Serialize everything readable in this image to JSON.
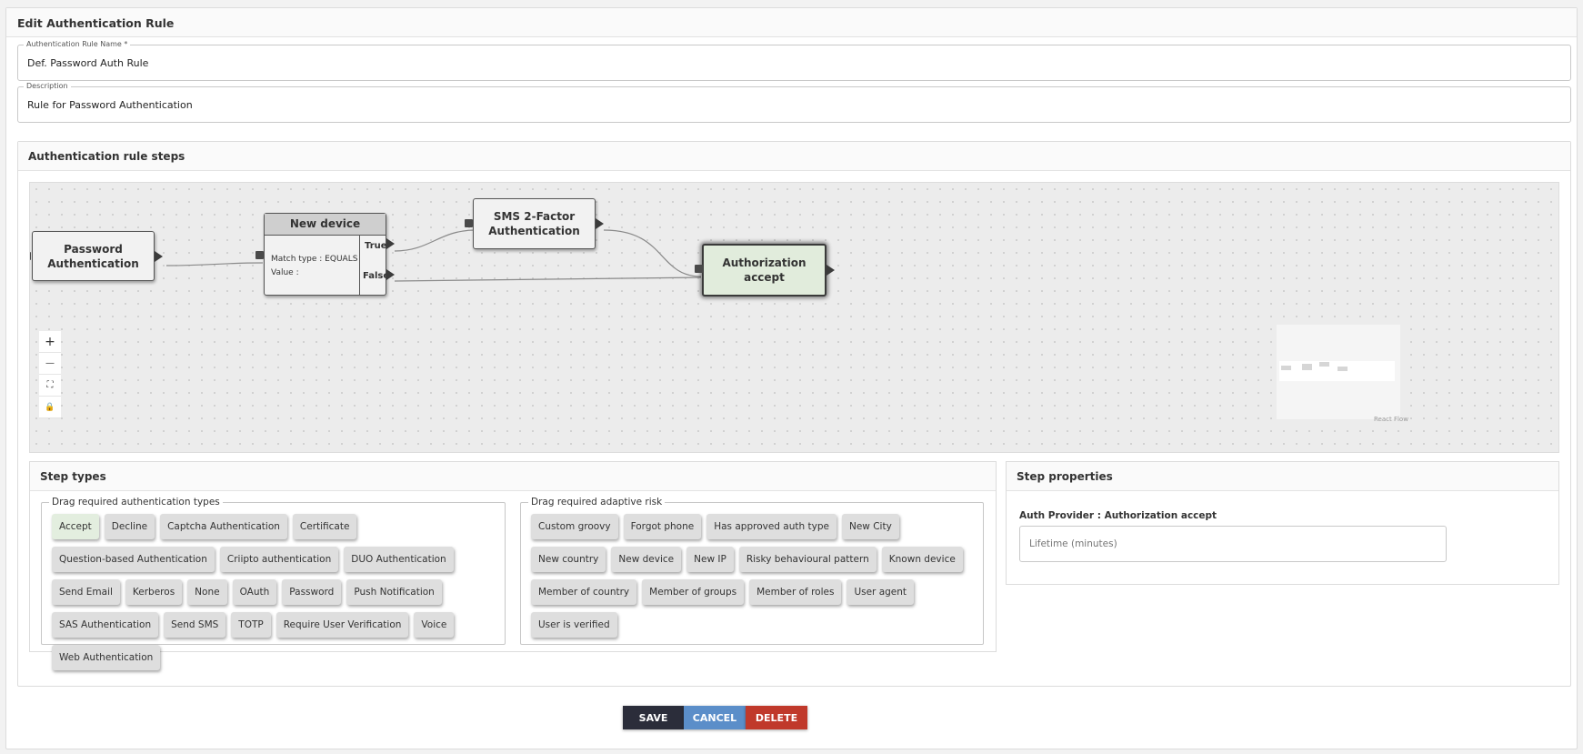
{
  "header": {
    "title": "Edit Authentication Rule"
  },
  "form": {
    "name": {
      "label": "Authentication Rule Name *",
      "value": "Def. Password Auth Rule"
    },
    "description": {
      "label": "Description",
      "value": "Rule for Password Authentication"
    }
  },
  "steps_panel": {
    "title": "Authentication rule steps",
    "flow": {
      "nodes": {
        "password": "Password Authentication",
        "new_device": {
          "title": "New device",
          "match_type": "Match type : EQUALS",
          "value": "Value :",
          "true_label": "True",
          "false_label": "False"
        },
        "sms": "SMS 2-Factor Authentication",
        "authz": "Authorization accept"
      },
      "controls": {
        "zoom_in": "+",
        "zoom_out": "—",
        "fit": "⛶",
        "lock": "🔒"
      },
      "attribution": "React Flow"
    }
  },
  "step_types": {
    "title": "Step types",
    "auth_group": {
      "legend": "Drag required authentication types",
      "items": [
        "Accept",
        "Decline",
        "Captcha Authentication",
        "Certificate",
        "Question-based Authentication",
        "Criipto authentication",
        "DUO Authentication",
        "Send Email",
        "Kerberos",
        "None",
        "OAuth",
        "Password",
        "Push Notification",
        "SAS Authentication",
        "Send SMS",
        "TOTP",
        "Require User Verification",
        "Voice",
        "Web Authentication"
      ]
    },
    "risk_group": {
      "legend": "Drag required adaptive risk",
      "items": [
        "Custom groovy",
        "Forgot phone",
        "Has approved auth type",
        "New City",
        "New country",
        "New device",
        "New IP",
        "Risky behavioural pattern",
        "Known device",
        "Member of country",
        "Member of groups",
        "Member of roles",
        "User agent",
        "User is verified"
      ]
    }
  },
  "step_properties": {
    "title": "Step properties",
    "provider_label": "Auth Provider : Authorization accept",
    "lifetime_placeholder": "Lifetime (minutes)"
  },
  "actions": {
    "save": "SAVE",
    "cancel": "CANCEL",
    "delete": "DELETE"
  },
  "colors": {
    "save": "#2b2d3a",
    "cancel": "#5b8ec9",
    "delete": "#c0392b",
    "accept_node": "#e1ecdc"
  }
}
